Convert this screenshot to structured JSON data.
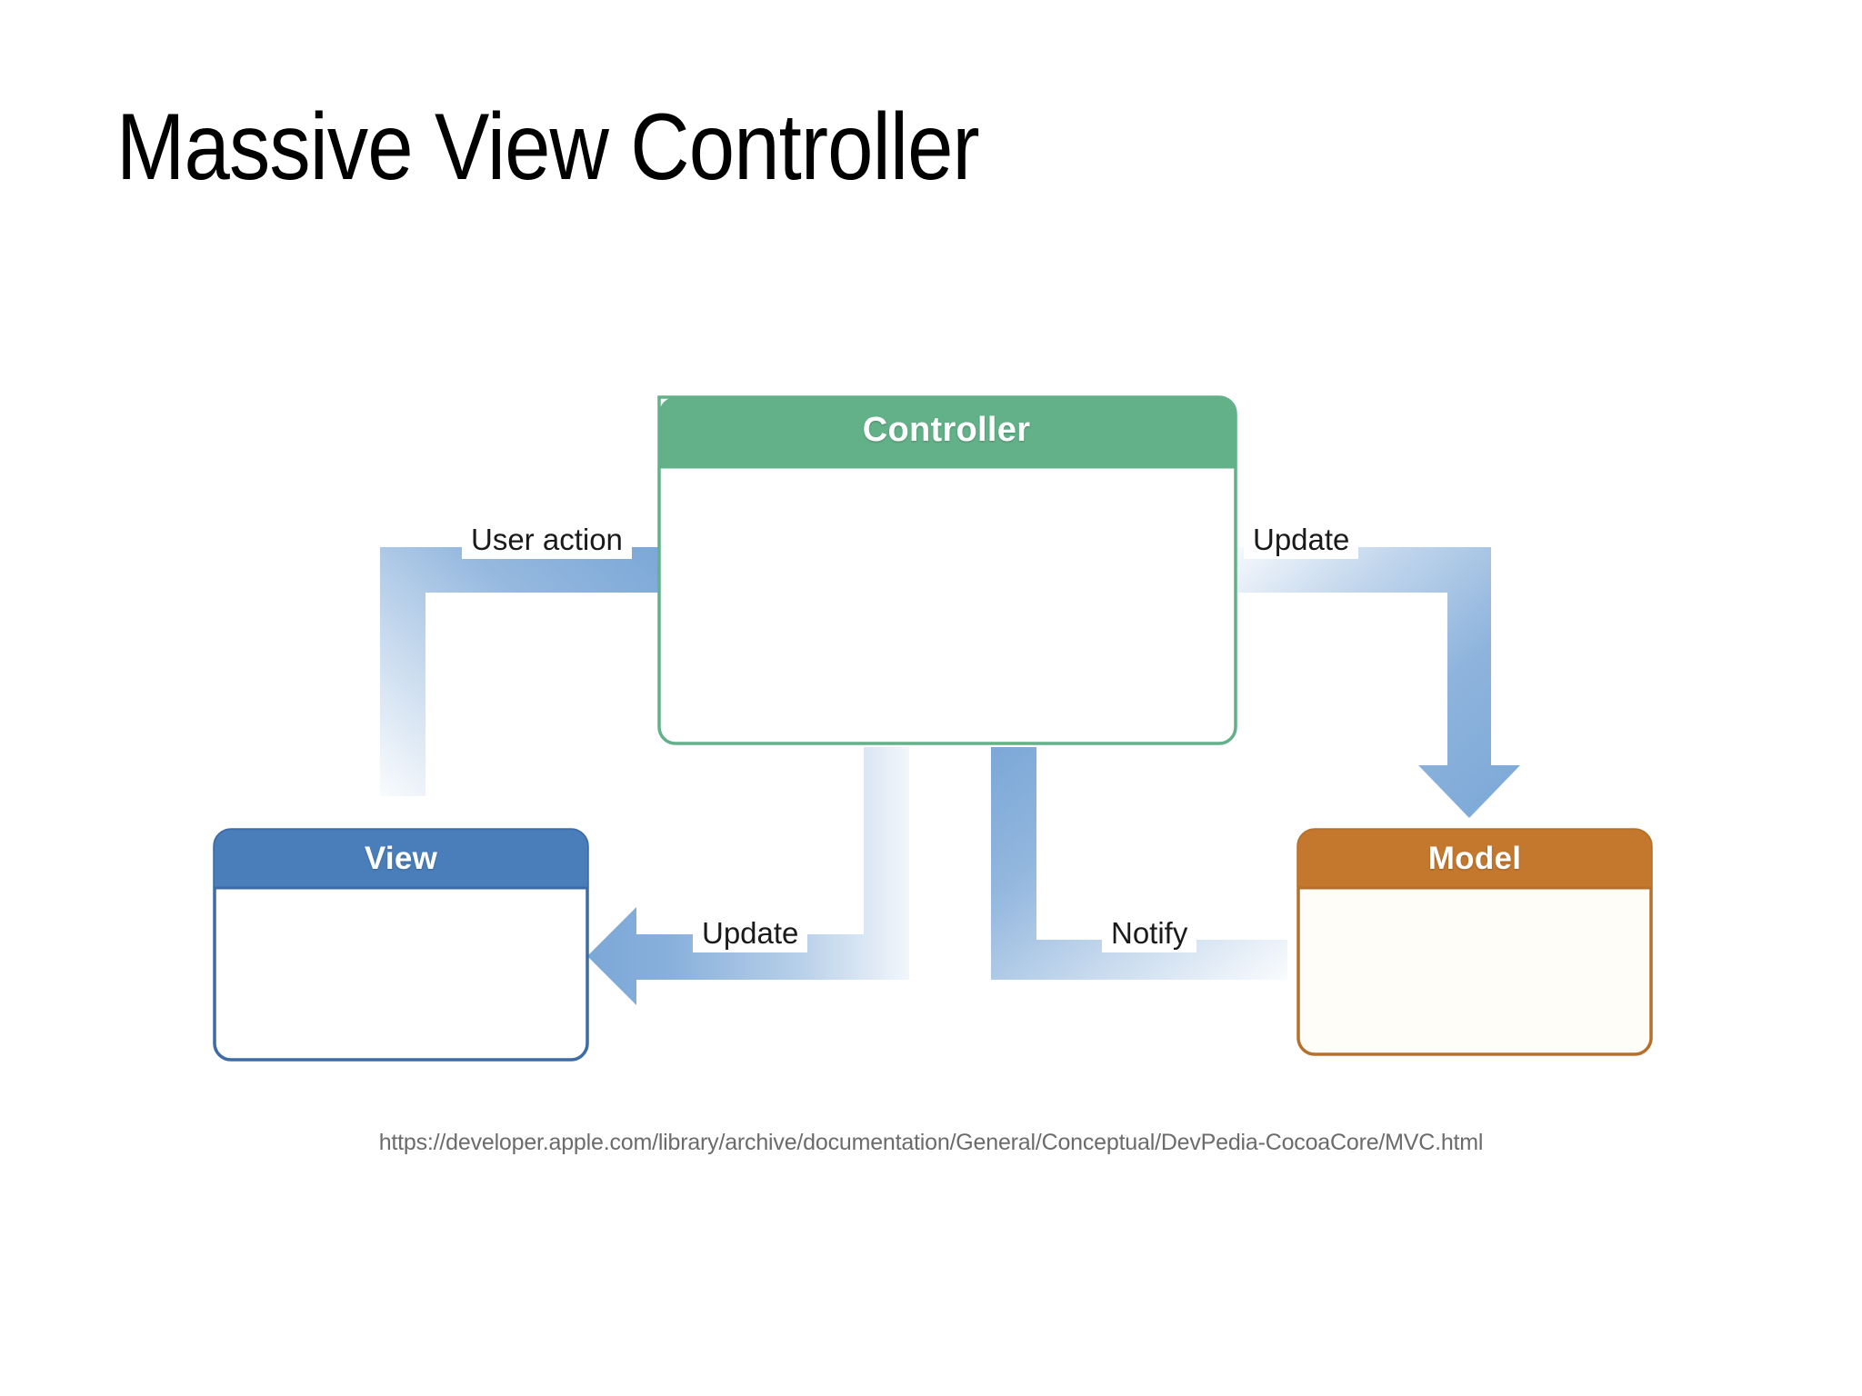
{
  "slide": {
    "title": "Massive View Controller",
    "background_color": "#ffffff",
    "source_caption": "https://developer.apple.com/library/archive/documentation/General/Conceptual/DevPedia-CocoaCore/MVC.html"
  },
  "diagram": {
    "type": "mvc-flow-diagram",
    "nodes": [
      {
        "id": "controller",
        "label": "Controller",
        "header_color": "#63b188",
        "border_color": "#63b188",
        "body_color": "#ffffff",
        "label_color": "#ffffff"
      },
      {
        "id": "view",
        "label": "View",
        "header_color": "#4a7ebb",
        "border_color": "#3c6ba5",
        "body_color": "#ffffff",
        "label_color": "#ffffff"
      },
      {
        "id": "model",
        "label": "Model",
        "header_color": "#c4782e",
        "border_color": "#b5702c",
        "body_color": "#fffdf8",
        "label_color": "#ffffff"
      }
    ],
    "edges": [
      {
        "id": "user-action",
        "label": "User action",
        "from": "view",
        "to": "controller",
        "color": "#7ba7d7"
      },
      {
        "id": "update-model",
        "label": "Update",
        "from": "controller",
        "to": "model",
        "color": "#7ba7d7"
      },
      {
        "id": "notify-controller",
        "label": "Notify",
        "from": "model",
        "to": "controller",
        "color": "#7ba7d7"
      },
      {
        "id": "update-view",
        "label": "Update",
        "from": "controller",
        "to": "view",
        "color": "#7ba7d7"
      }
    ]
  }
}
